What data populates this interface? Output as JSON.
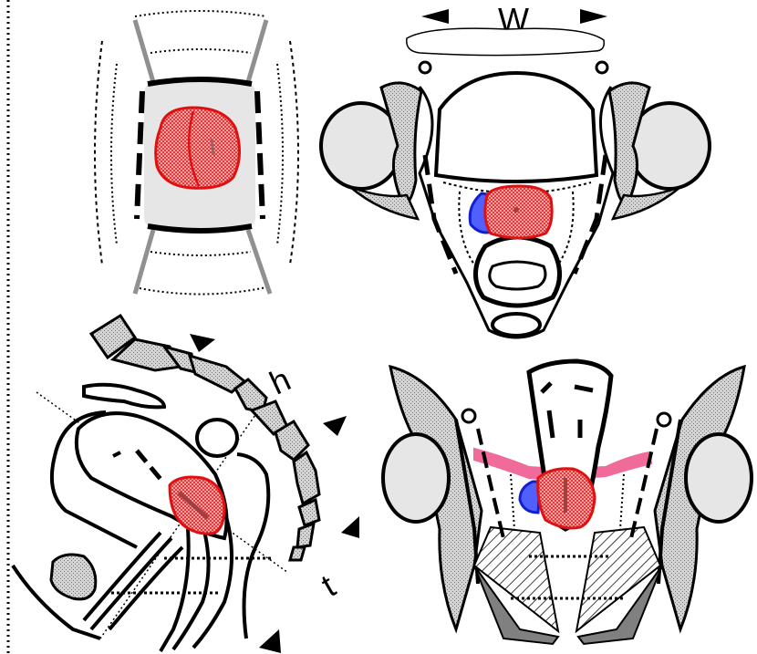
{
  "labels": {
    "width_label": "W",
    "h_label": "h",
    "t_label": "t"
  },
  "colors": {
    "tumor_fill": "#f08a8a",
    "tumor_stroke": "#e01010",
    "blue_region": "#1020d0",
    "pink_band": "#f06a9a",
    "bone_fill": "#c8c8c8",
    "organ_fill": "#e6e6e6",
    "muscle_dark": "#808080",
    "tube_gray": "#909090"
  },
  "panels": [
    {
      "name": "top-left-ring-view"
    },
    {
      "name": "top-right-axial-view"
    },
    {
      "name": "bottom-left-sagittal-view"
    },
    {
      "name": "bottom-right-coronal-view"
    }
  ]
}
